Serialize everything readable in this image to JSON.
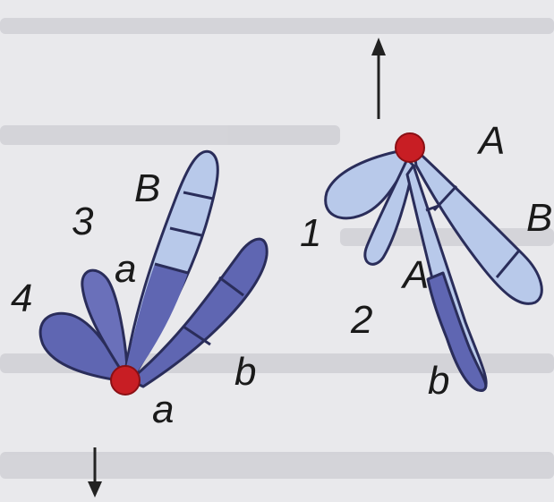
{
  "figure": {
    "left_group": {
      "numbers": [
        "3",
        "4"
      ],
      "letters": [
        "B",
        "a",
        "a",
        "b"
      ]
    },
    "right_group": {
      "numbers": [
        "1",
        "2"
      ],
      "letters": [
        "A",
        "B",
        "A",
        "b"
      ]
    }
  },
  "colors": {
    "background": "#e9e9ec",
    "chromatid_light": "#b8c9ea",
    "chromatid_dark": "#5f66b2",
    "centromere": "#c81e24",
    "outline": "#2a2d5a",
    "arrow": "#222222"
  }
}
